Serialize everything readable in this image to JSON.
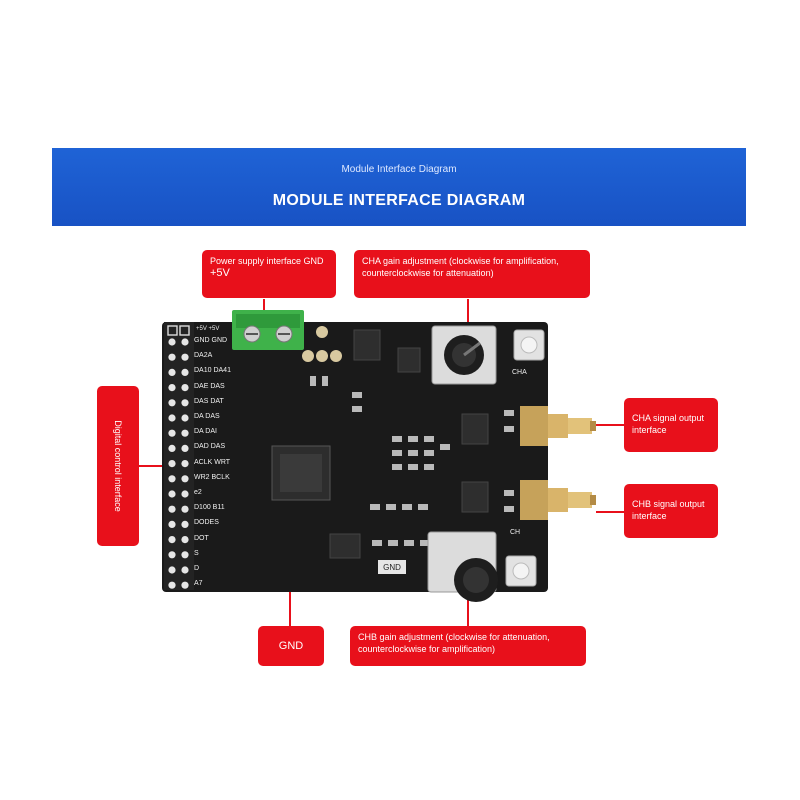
{
  "banner": {
    "subtitle": "Module Interface Diagram",
    "title": "MODULE INTERFACE DIAGRAM"
  },
  "callouts": {
    "power": "Power supply interface GND",
    "power_plus": "+5V",
    "cha_gain": "CHA gain adjustment (clockwise for amplification, counterclockwise for attenuation)",
    "cha_output": "CHA signal output interface",
    "chb_output": "CHB signal output interface",
    "digital": "Digital control interface",
    "gnd": "GND",
    "chb_gain": "CHB gain adjustment (clockwise for attenuation, counterclockwise for amplification)"
  },
  "board": {
    "pin_labels": [
      "GND GND",
      "DA2A",
      "DA10 DA41",
      "DAE DAS",
      "DAS DAT",
      "DA DAS",
      "DA DAI",
      "DAD DAS",
      "ACLK WRT",
      "WR2 BCLK",
      "e2",
      "D100 B11",
      "DODES",
      "DOT",
      "S",
      "D",
      "A7"
    ],
    "header_top": "+5V  +5V",
    "cha_label": "CHA",
    "ch_label": "CH",
    "gnd_tag": "GND"
  },
  "colors": {
    "banner": "#1852c4",
    "callout": "#e8101b",
    "pcb": "#1a1a1a",
    "terminal": "#3fb24a"
  }
}
